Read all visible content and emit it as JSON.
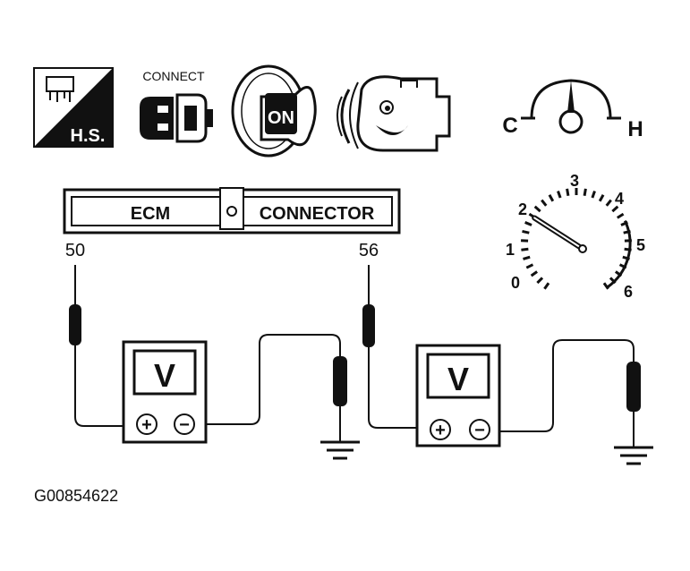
{
  "icons": {
    "hot_soak": {
      "label": "H.S.",
      "icon": "hot-soak-icon"
    },
    "connect": {
      "label": "CONNECT",
      "icon": "connector-plug-icon"
    },
    "ignition": {
      "label": "ON",
      "icon": "ignition-key-icon"
    },
    "engine_running": {
      "icon": "engine-running-icon"
    },
    "temperature_gauge": {
      "cold_label": "C",
      "hot_label": "H",
      "icon": "temperature-gauge-icon"
    }
  },
  "tachometer": {
    "icon": "tachometer-icon",
    "scale": [
      "0",
      "1",
      "2",
      "3",
      "4",
      "5",
      "6"
    ],
    "needle_value": 2
  },
  "ecm_connector": {
    "left_label": "ECM",
    "right_label": "CONNECTOR"
  },
  "probes": [
    {
      "pin": "50"
    },
    {
      "pin": "56"
    }
  ],
  "voltmeters": [
    {
      "display": "V",
      "plus": "+",
      "minus": "−"
    },
    {
      "display": "V",
      "plus": "+",
      "minus": "−"
    }
  ],
  "figure_id": "G00854622",
  "colors": {
    "ink": "#111111",
    "paper": "#ffffff"
  }
}
